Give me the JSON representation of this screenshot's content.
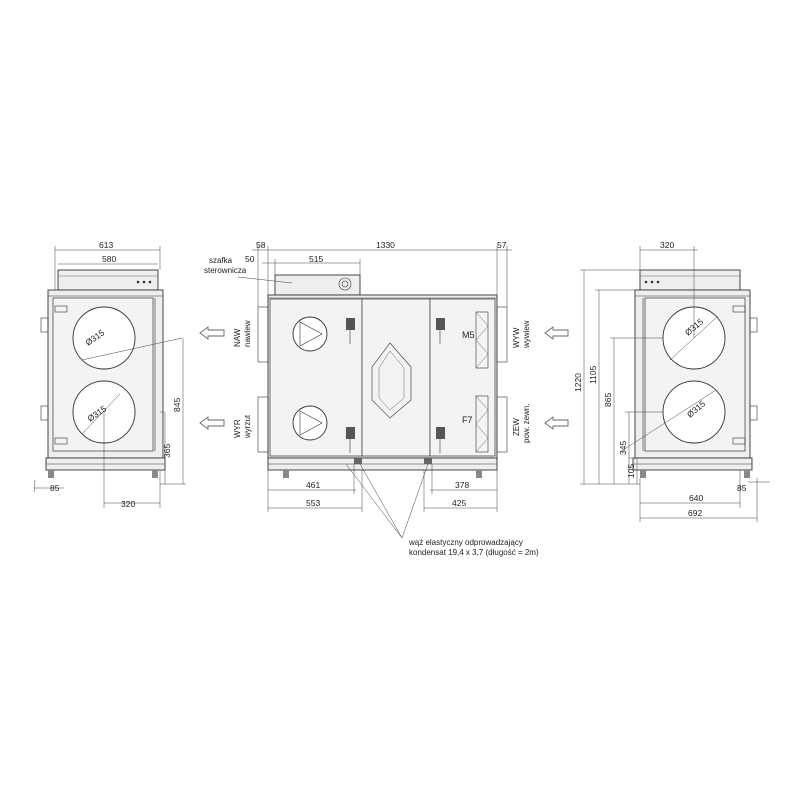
{
  "left_view": {
    "dim_top_outer": "613",
    "dim_top_inner": "580",
    "dim_height": "845",
    "dim_lower": "365",
    "dim_foot": "85",
    "dim_bottom": "320",
    "duct_upper": "Ø315",
    "duct_lower": "Ø315"
  },
  "front_view": {
    "dim_58": "58",
    "dim_1330": "1330",
    "dim_57": "57",
    "dim_50": "50",
    "dim_515": "515",
    "dim_461": "461",
    "dim_553": "553",
    "dim_378": "378",
    "dim_425": "425",
    "control_box_line1": "szafka",
    "control_box_line2": "sterownicza",
    "port_naw_code": "NAW",
    "port_naw_name": "nawiew",
    "port_wyr_code": "WYR",
    "port_wyr_name": "wyrzut",
    "port_wyw_code": "WYW",
    "port_wyw_name": "wywiew",
    "port_zew_code": "ZEW",
    "port_zew_name": "pow. zewn.",
    "filter_top": "M5",
    "filter_bottom": "F7",
    "hose_line1": "wąż elastyczny odprowadzający",
    "hose_line2": "kondensat 19,4 x 3,7 (długość = 2m)"
  },
  "right_view": {
    "dim_top": "320",
    "dim_1220": "1220",
    "dim_1105": "1105",
    "dim_865": "865",
    "dim_345": "345",
    "dim_105": "105",
    "dim_640": "640",
    "dim_85": "85",
    "dim_692": "692",
    "duct_upper": "Ø315",
    "duct_lower": "Ø315"
  }
}
